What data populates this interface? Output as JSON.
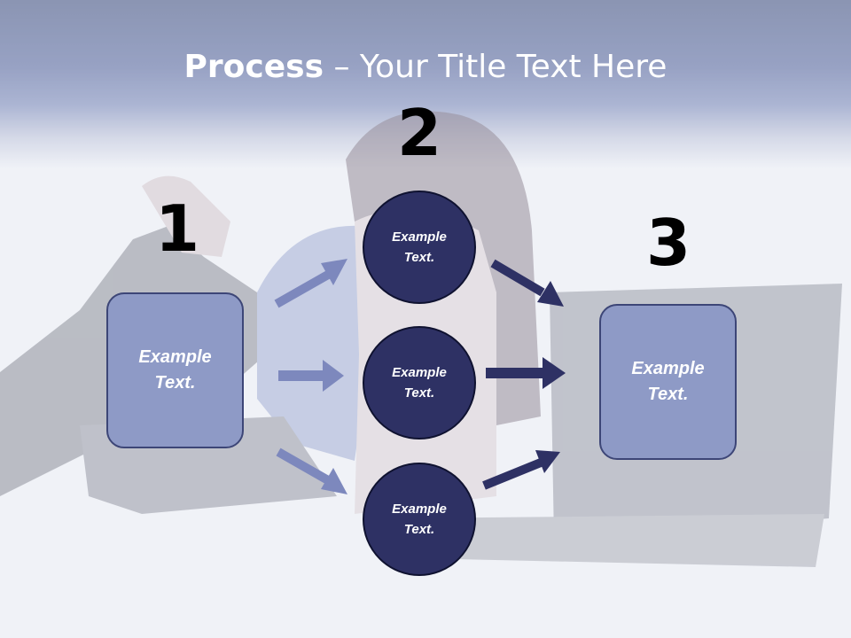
{
  "title": {
    "bold": "Process",
    "rest": " – Your Title Text Here"
  },
  "steps": {
    "one": "1",
    "two": "2",
    "three": "3"
  },
  "left_box": {
    "text": "Example Text."
  },
  "circles": [
    {
      "text": "Example Text."
    },
    {
      "text": "Example Text."
    },
    {
      "text": "Example Text."
    }
  ],
  "right_box": {
    "text": "Example Text."
  },
  "colors": {
    "header": "#6a78a9",
    "box_fill": "#8e9ac6",
    "circle_fill": "#2e3164",
    "light_arrow": "#7d88bd",
    "dark_arrow": "#2e3164"
  },
  "background_image": "faded-photo-woman-lying-with-laptop"
}
